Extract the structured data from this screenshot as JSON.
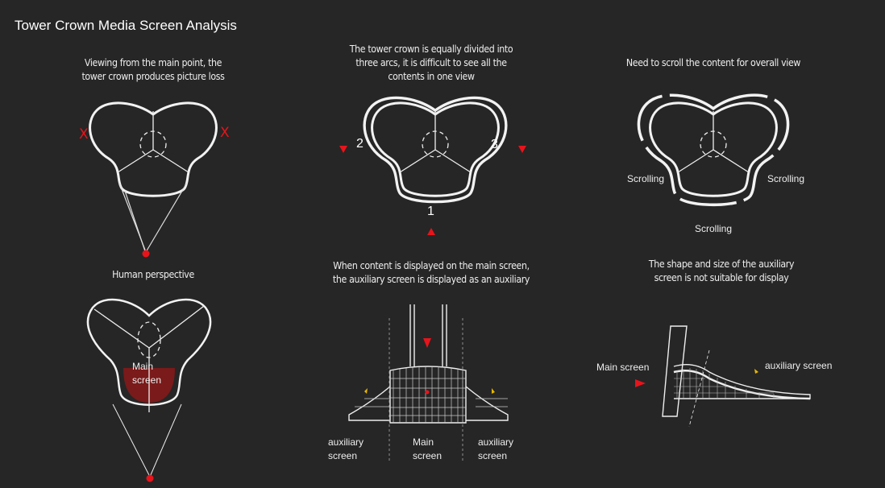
{
  "title": "Tower Crown Media Screen Analysis",
  "captions": {
    "view_loss_1": "Viewing from the main point, the",
    "view_loss_2": "tower crown produces picture loss",
    "arcs_1": "The tower crown is equally divided into",
    "arcs_2": "three arcs, it is difficult to see all the",
    "arcs_3": "contents in one view",
    "scroll": "Need to scroll the content for overall view",
    "human": "Human perspective",
    "main_aux_1": "When content is displayed on the main screen,",
    "main_aux_2": "the auxiliary screen is displayed as an auxiliary",
    "unsuitable_1": "The shape and size of the auxiliary",
    "unsuitable_2": "screen is not suitable for display"
  },
  "labels": {
    "x_mark": "X",
    "arc1": "1",
    "arc2": "2",
    "arc3": "3",
    "scrolling": "Scrolling",
    "main_word": "Main",
    "screen_word": "screen",
    "auxiliary_word": "auxiliary",
    "main_screen": "Main  screen",
    "auxiliary_screen": "auxiliary screen"
  },
  "colors": {
    "background": "#262626",
    "accent_red": "#e8141b",
    "highlight_yellow": "#e8b800",
    "main_screen_fill": "#7a1a1a"
  }
}
